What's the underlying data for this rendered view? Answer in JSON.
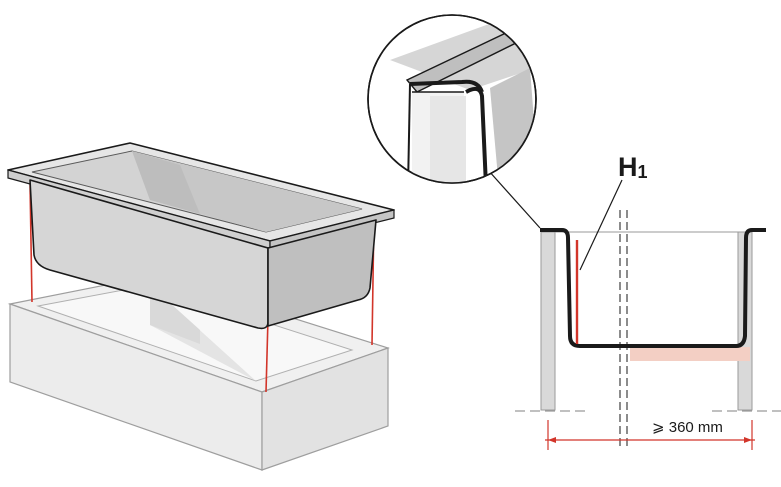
{
  "callout_label": {
    "main": "H",
    "subscript": "1"
  },
  "dimension_label": "⩾ 360 mm",
  "colors": {
    "outline": "#1a1a1a",
    "tub_fill": "#d8d8d8",
    "tub_inner": "#c9c9c9",
    "tub_shadow": "#b3b3b3",
    "surround_fill": "#ececec",
    "surround_shadow": "#dcdcdc",
    "support_pad": "#f3cfc4",
    "accent_red": "#d2352a",
    "guide_line": "#9a9a9a"
  }
}
